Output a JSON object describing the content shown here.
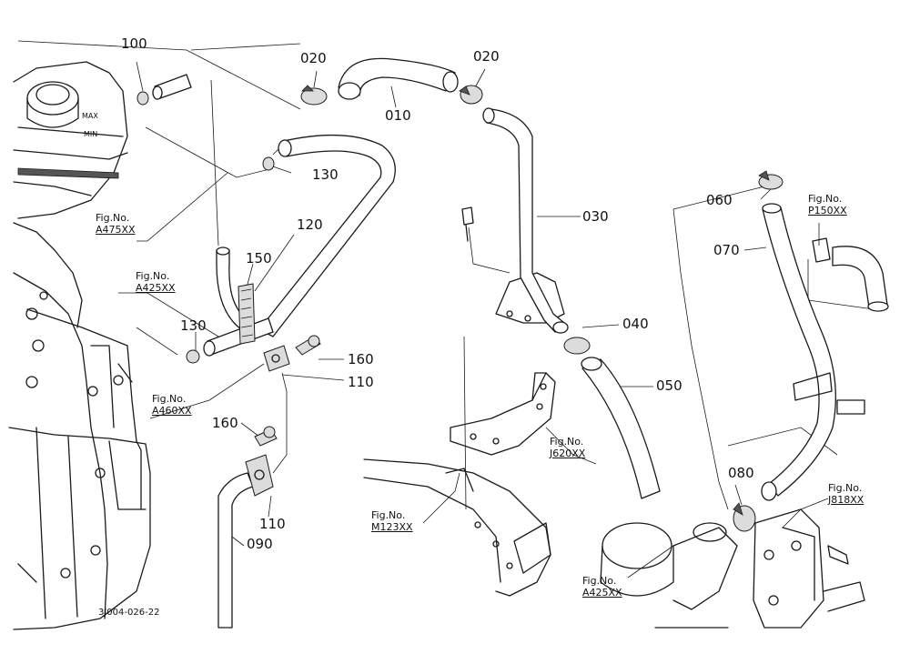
{
  "diagram": {
    "part_labels": [
      {
        "id": "p100",
        "text": "100"
      },
      {
        "id": "p020a",
        "text": "020"
      },
      {
        "id": "p020b",
        "text": "020"
      },
      {
        "id": "p010",
        "text": "010"
      },
      {
        "id": "p130a",
        "text": "130"
      },
      {
        "id": "p030",
        "text": "030"
      },
      {
        "id": "p060",
        "text": "060"
      },
      {
        "id": "p070",
        "text": "070"
      },
      {
        "id": "p120",
        "text": "120"
      },
      {
        "id": "p150",
        "text": "150"
      },
      {
        "id": "p130b",
        "text": "130"
      },
      {
        "id": "p040",
        "text": "040"
      },
      {
        "id": "p160a",
        "text": "160"
      },
      {
        "id": "p110a",
        "text": "110"
      },
      {
        "id": "p050",
        "text": "050"
      },
      {
        "id": "p160b",
        "text": "160"
      },
      {
        "id": "p080",
        "text": "080"
      },
      {
        "id": "p110b",
        "text": "110"
      },
      {
        "id": "p090",
        "text": "090"
      }
    ],
    "fig_refs": [
      {
        "id": "f_a475",
        "label": "Fig.No.",
        "ref": "A475XX"
      },
      {
        "id": "f_a425a",
        "label": "Fig.No.",
        "ref": "A425XX"
      },
      {
        "id": "f_a460",
        "label": "Fig.No.",
        "ref": "A460XX"
      },
      {
        "id": "f_p150",
        "label": "Fig.No.",
        "ref": "P150XX"
      },
      {
        "id": "f_j620",
        "label": "Fig.No.",
        "ref": "J620XX"
      },
      {
        "id": "f_m123",
        "label": "Fig.No.",
        "ref": "M123XX"
      },
      {
        "id": "f_j818",
        "label": "Fig.No.",
        "ref": "J818XX"
      },
      {
        "id": "f_a425b",
        "label": "Fig.No.",
        "ref": "A425XX"
      }
    ],
    "gauge_marks": {
      "max": "MAX",
      "min": "MIN"
    },
    "drawing_code": "3J004-026-22"
  }
}
